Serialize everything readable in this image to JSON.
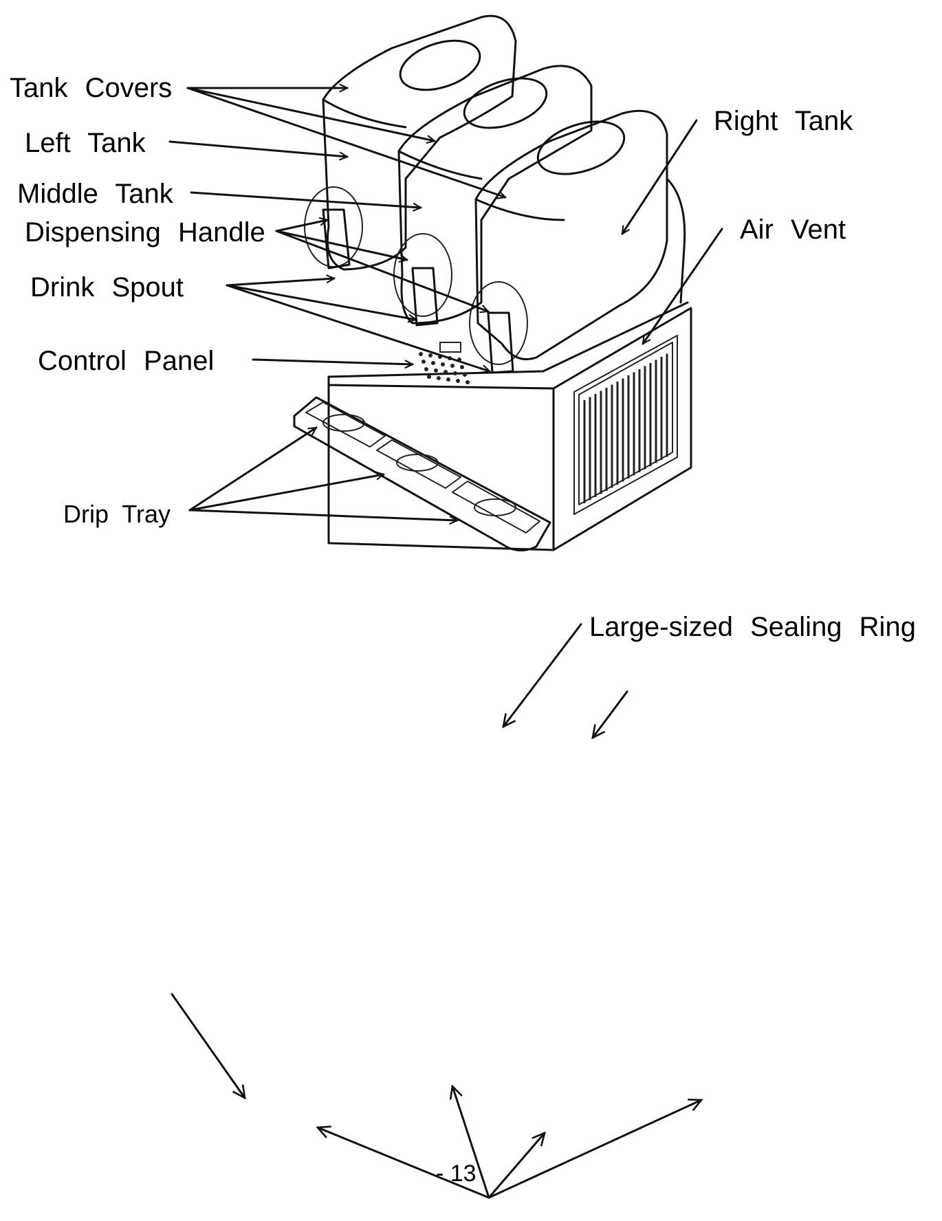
{
  "labels": {
    "tank_covers": "Tank Covers",
    "left_tank": "Left Tank",
    "middle_tank": "Middle Tank",
    "dispensing_handle": "Dispensing Handle",
    "drink_spout": "Drink Spout",
    "control_panel": "Control Panel",
    "drip_tray": "Drip Tray",
    "right_tank": "Right Tank",
    "air_vent": "Air Vent",
    "sealing_ring": "Large-sized Sealing Ring"
  },
  "page": {
    "number": "- 13"
  }
}
